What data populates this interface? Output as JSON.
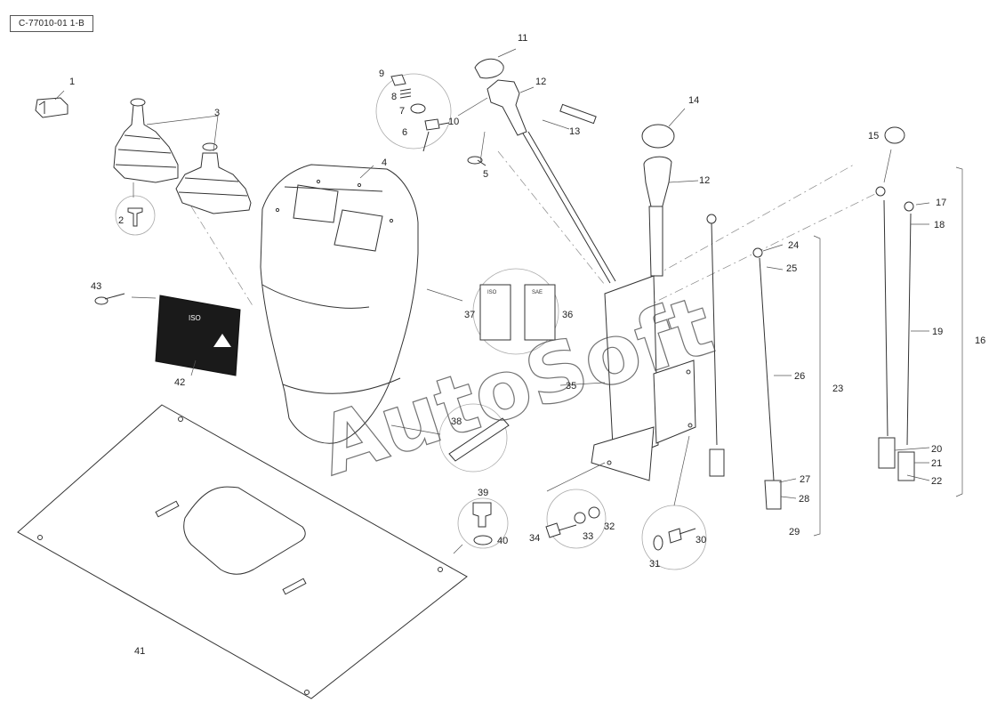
{
  "diagram": {
    "drawing_ref": "C-77010-01 1-B",
    "watermark": "AutoSoft",
    "decal_iso_label": "ISO",
    "inset_37_label": "ISO",
    "inset_36_label": "SAE",
    "callouts": [
      {
        "id": "c1",
        "label": "1"
      },
      {
        "id": "c2",
        "label": "2"
      },
      {
        "id": "c3",
        "label": "3"
      },
      {
        "id": "c4",
        "label": "4"
      },
      {
        "id": "c5",
        "label": "5"
      },
      {
        "id": "c6",
        "label": "6"
      },
      {
        "id": "c7",
        "label": "7"
      },
      {
        "id": "c8",
        "label": "8"
      },
      {
        "id": "c9",
        "label": "9"
      },
      {
        "id": "c10",
        "label": "10"
      },
      {
        "id": "c11",
        "label": "11"
      },
      {
        "id": "c12a",
        "label": "12"
      },
      {
        "id": "c12b",
        "label": "12"
      },
      {
        "id": "c13",
        "label": "13"
      },
      {
        "id": "c14",
        "label": "14"
      },
      {
        "id": "c15",
        "label": "15"
      },
      {
        "id": "c16",
        "label": "16"
      },
      {
        "id": "c17",
        "label": "17"
      },
      {
        "id": "c18",
        "label": "18"
      },
      {
        "id": "c19",
        "label": "19"
      },
      {
        "id": "c20",
        "label": "20"
      },
      {
        "id": "c21",
        "label": "21"
      },
      {
        "id": "c22",
        "label": "22"
      },
      {
        "id": "c23",
        "label": "23"
      },
      {
        "id": "c24",
        "label": "24"
      },
      {
        "id": "c25",
        "label": "25"
      },
      {
        "id": "c26",
        "label": "26"
      },
      {
        "id": "c27",
        "label": "27"
      },
      {
        "id": "c28",
        "label": "28"
      },
      {
        "id": "c29",
        "label": "29"
      },
      {
        "id": "c30",
        "label": "30"
      },
      {
        "id": "c31",
        "label": "31"
      },
      {
        "id": "c32",
        "label": "32"
      },
      {
        "id": "c33",
        "label": "33"
      },
      {
        "id": "c34",
        "label": "34"
      },
      {
        "id": "c35",
        "label": "35"
      },
      {
        "id": "c36",
        "label": "36"
      },
      {
        "id": "c37",
        "label": "37"
      },
      {
        "id": "c38",
        "label": "38"
      },
      {
        "id": "c39",
        "label": "39"
      },
      {
        "id": "c40",
        "label": "40"
      },
      {
        "id": "c41",
        "label": "41"
      },
      {
        "id": "c42",
        "label": "42"
      },
      {
        "id": "c43",
        "label": "43"
      }
    ]
  }
}
